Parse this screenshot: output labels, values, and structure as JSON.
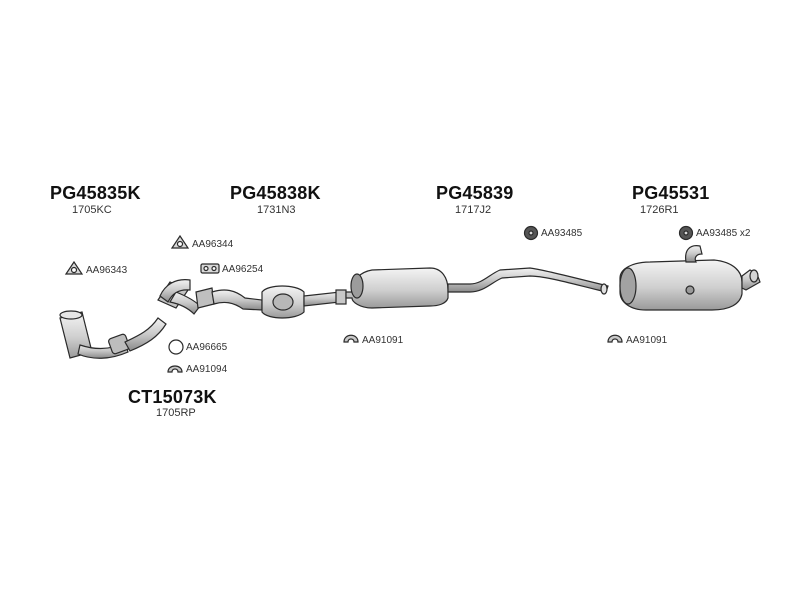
{
  "parts": {
    "front_pipe": {
      "code": "PG45835K",
      "ref": "1705KC"
    },
    "catalyst": {
      "code": "PG45838K",
      "ref": "1731N3"
    },
    "middle_silencer": {
      "code": "PG45839",
      "ref": "1717J2"
    },
    "rear_silencer": {
      "code": "PG45531",
      "ref": "1726R1"
    },
    "front_catalyst": {
      "code": "CT15073K",
      "ref": "1705RP"
    }
  },
  "accessories": {
    "gasket_96344": "AA96344",
    "gasket_96343": "AA96343",
    "gasket_96254": "AA96254",
    "ring_96665": "AA96665",
    "clamp_91094": "AA91094",
    "clamp_91091_mid": "AA91091",
    "clamp_91091_rear": "AA91091",
    "rubber_93485_mid": "AA93485",
    "rubber_93485_rear": "AA93485 x2"
  },
  "colors": {
    "line": "#2a2a2a",
    "fill": "#dcdcdc",
    "fill_dark": "#a8a8a8"
  }
}
